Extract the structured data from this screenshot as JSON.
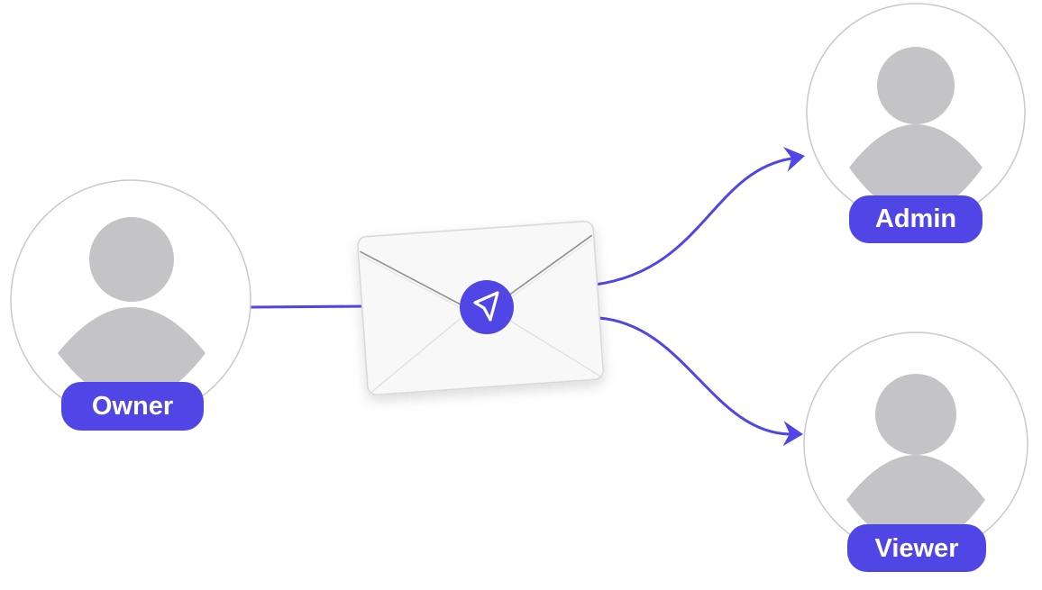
{
  "colors": {
    "accent": "#4f46e5",
    "avatar_fill": "#c4c4c6",
    "circle_stroke": "#c9c9c9",
    "envelope_fill": "#f8f8f8",
    "envelope_stroke": "#d6d6d6",
    "badge_text": "#ffffff",
    "background": "#ffffff"
  },
  "nodes": {
    "owner": {
      "label": "Owner",
      "icon": "user-avatar-icon"
    },
    "admin": {
      "label": "Admin",
      "icon": "user-avatar-icon"
    },
    "viewer": {
      "label": "Viewer",
      "icon": "user-avatar-icon"
    }
  },
  "envelope": {
    "icon": "envelope-icon",
    "badge_icon": "send-arrow-icon"
  },
  "edges": [
    {
      "from": "owner",
      "to": "envelope",
      "arrow": false
    },
    {
      "from": "envelope",
      "to": "admin",
      "arrow": true
    },
    {
      "from": "envelope",
      "to": "viewer",
      "arrow": true
    }
  ]
}
